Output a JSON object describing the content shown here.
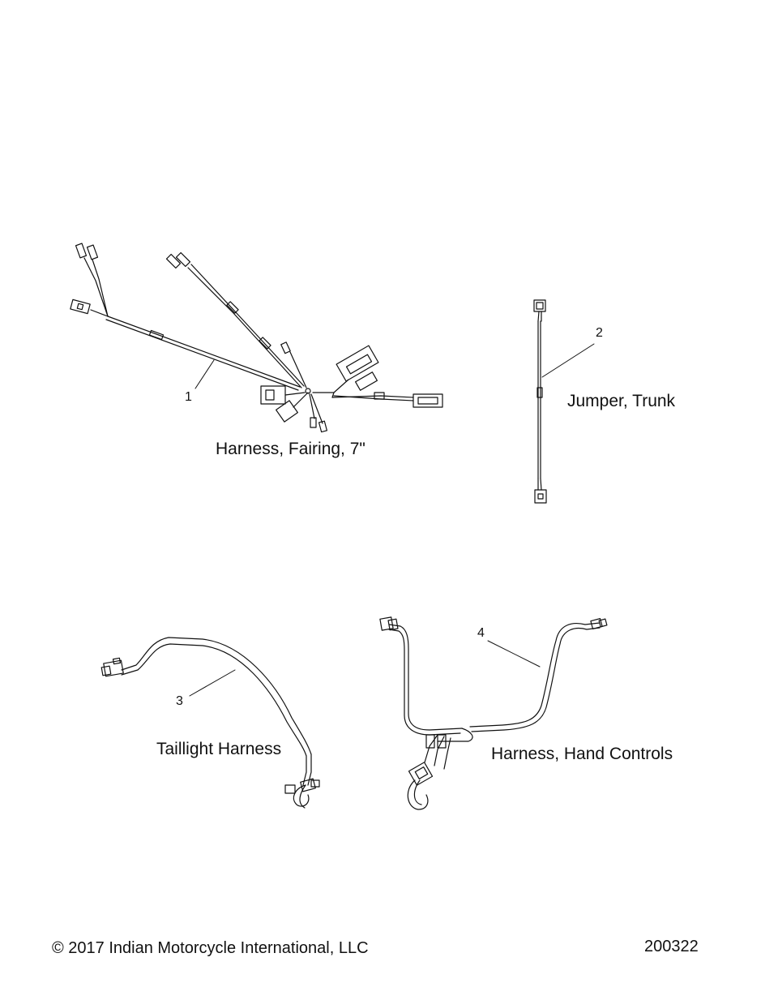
{
  "parts": [
    {
      "number": "1",
      "name": "Harness, Fairing, 7\""
    },
    {
      "number": "2",
      "name": "Jumper, Trunk"
    },
    {
      "number": "3",
      "name": "Taillight Harness"
    },
    {
      "number": "4",
      "name": "Harness, Hand Controls"
    }
  ],
  "footer": {
    "copyright": "© 2017 Indian Motorcycle International, LLC",
    "drawing_number": "200322"
  },
  "colors": {
    "line": "#111111",
    "background": "#ffffff"
  }
}
